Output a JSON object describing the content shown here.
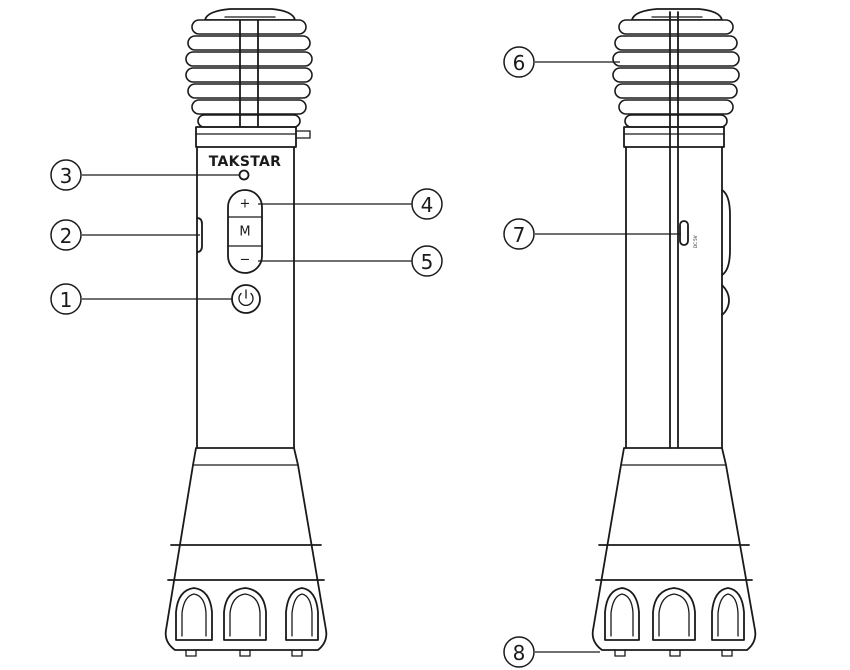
{
  "brand": "TAKSTAR",
  "buttons": {
    "volume_up": "+",
    "mode": "M",
    "volume_down": "−",
    "power": "⏻"
  },
  "callouts": {
    "c1": "1",
    "c2": "2",
    "c3": "3",
    "c4": "4",
    "c5": "5",
    "c6": "6",
    "c7": "7",
    "c8": "8"
  },
  "icons": {
    "power": "power-icon"
  }
}
